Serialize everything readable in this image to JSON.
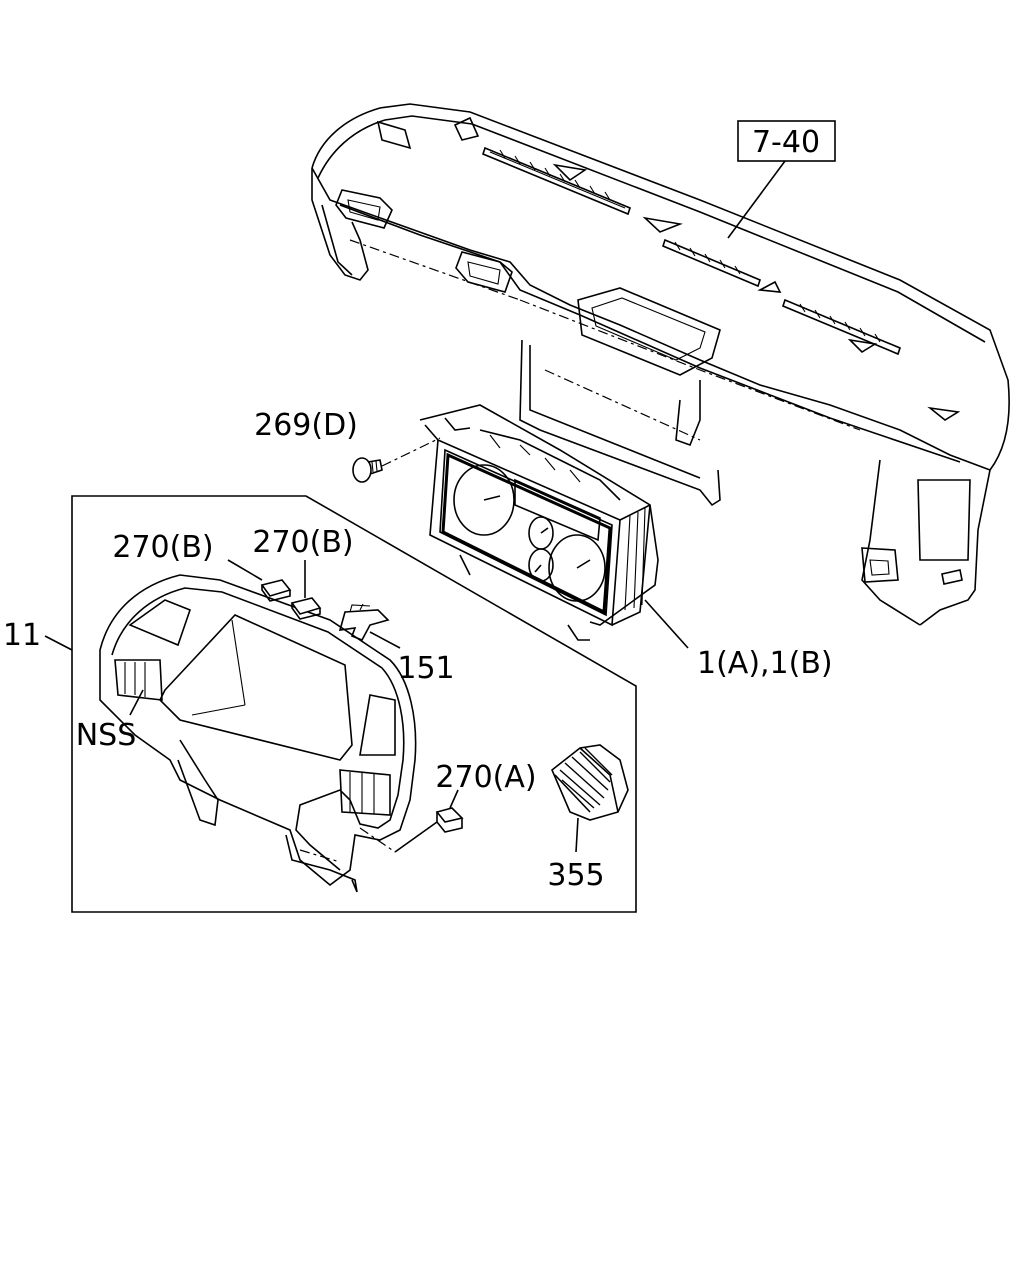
{
  "callouts": {
    "dashboard": "7-40",
    "screw": "269(D)",
    "clip_b_left": "270(B)",
    "clip_b_right": "270(B)",
    "bezel_assembly": "11",
    "bracket": "151",
    "meter_assembly": "1(A),1(B)",
    "nss": "NSS",
    "clip_a": "270(A)",
    "vent": "355"
  }
}
